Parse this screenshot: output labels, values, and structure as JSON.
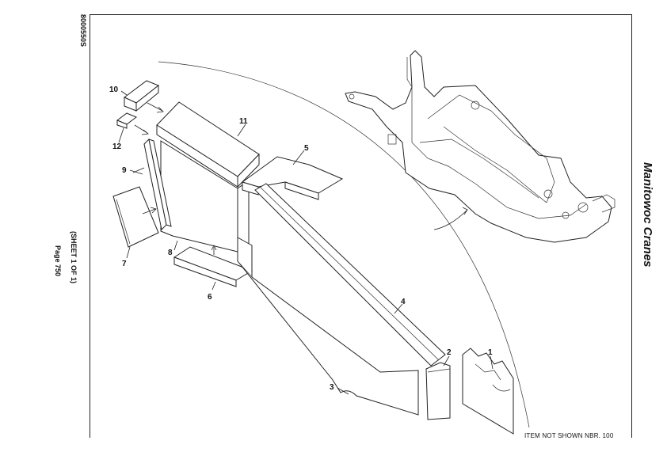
{
  "header": {
    "doc_code": "8000550S",
    "sheet": "(SHEET 1 OF 1)",
    "page": "Page 750",
    "brand": "Manitowoc Cranes"
  },
  "note": "ITEM NOT SHOWN NBR. 100",
  "callouts": [
    {
      "id": "1",
      "label": "1"
    },
    {
      "id": "2",
      "label": "2"
    },
    {
      "id": "3",
      "label": "3"
    },
    {
      "id": "4",
      "label": "4"
    },
    {
      "id": "5",
      "label": "5"
    },
    {
      "id": "6",
      "label": "6"
    },
    {
      "id": "7",
      "label": "7"
    },
    {
      "id": "8",
      "label": "8"
    },
    {
      "id": "9",
      "label": "9"
    },
    {
      "id": "10",
      "label": "10"
    },
    {
      "id": "11",
      "label": "11"
    },
    {
      "id": "12",
      "label": "12"
    }
  ]
}
